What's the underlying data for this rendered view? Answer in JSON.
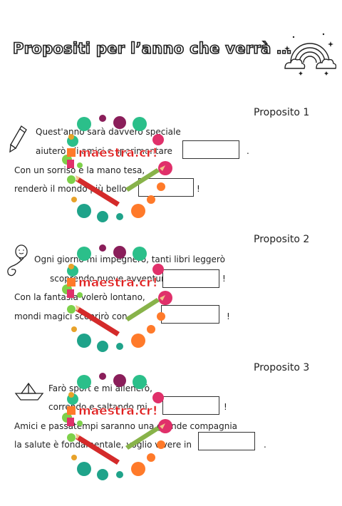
{
  "title": "Propositi per l’anno che verrà …",
  "watermark_text": "maestra.cr!",
  "sections": [
    {
      "label": "Proposito 1",
      "lines": [
        "Quest'anno sarà davvero speciale",
        "aiuterò gli amici e sperimentare",
        "Con un sorriso e la mano tesa,",
        "renderò il mondo più bello"
      ],
      "suffixes": [
        ".",
        "!"
      ]
    },
    {
      "label": "Proposito 2",
      "lines": [
        "Ogni giorno mi impegnerò, tanti libri leggerò",
        "scoprendo nuove avventure,",
        "Con la fantasia volerò lontano,",
        "mondi magici scoprirò con"
      ],
      "suffixes": [
        "!",
        "!"
      ]
    },
    {
      "label": "Proposito 3",
      "lines": [
        "Farò sport e mi allenerò,",
        "correndo e saltando mi",
        "Amici e passatempi saranno una grande compagnia",
        "la salute è fondamentale, voglio vivere in"
      ],
      "suffixes": [
        "!",
        "."
      ]
    }
  ]
}
